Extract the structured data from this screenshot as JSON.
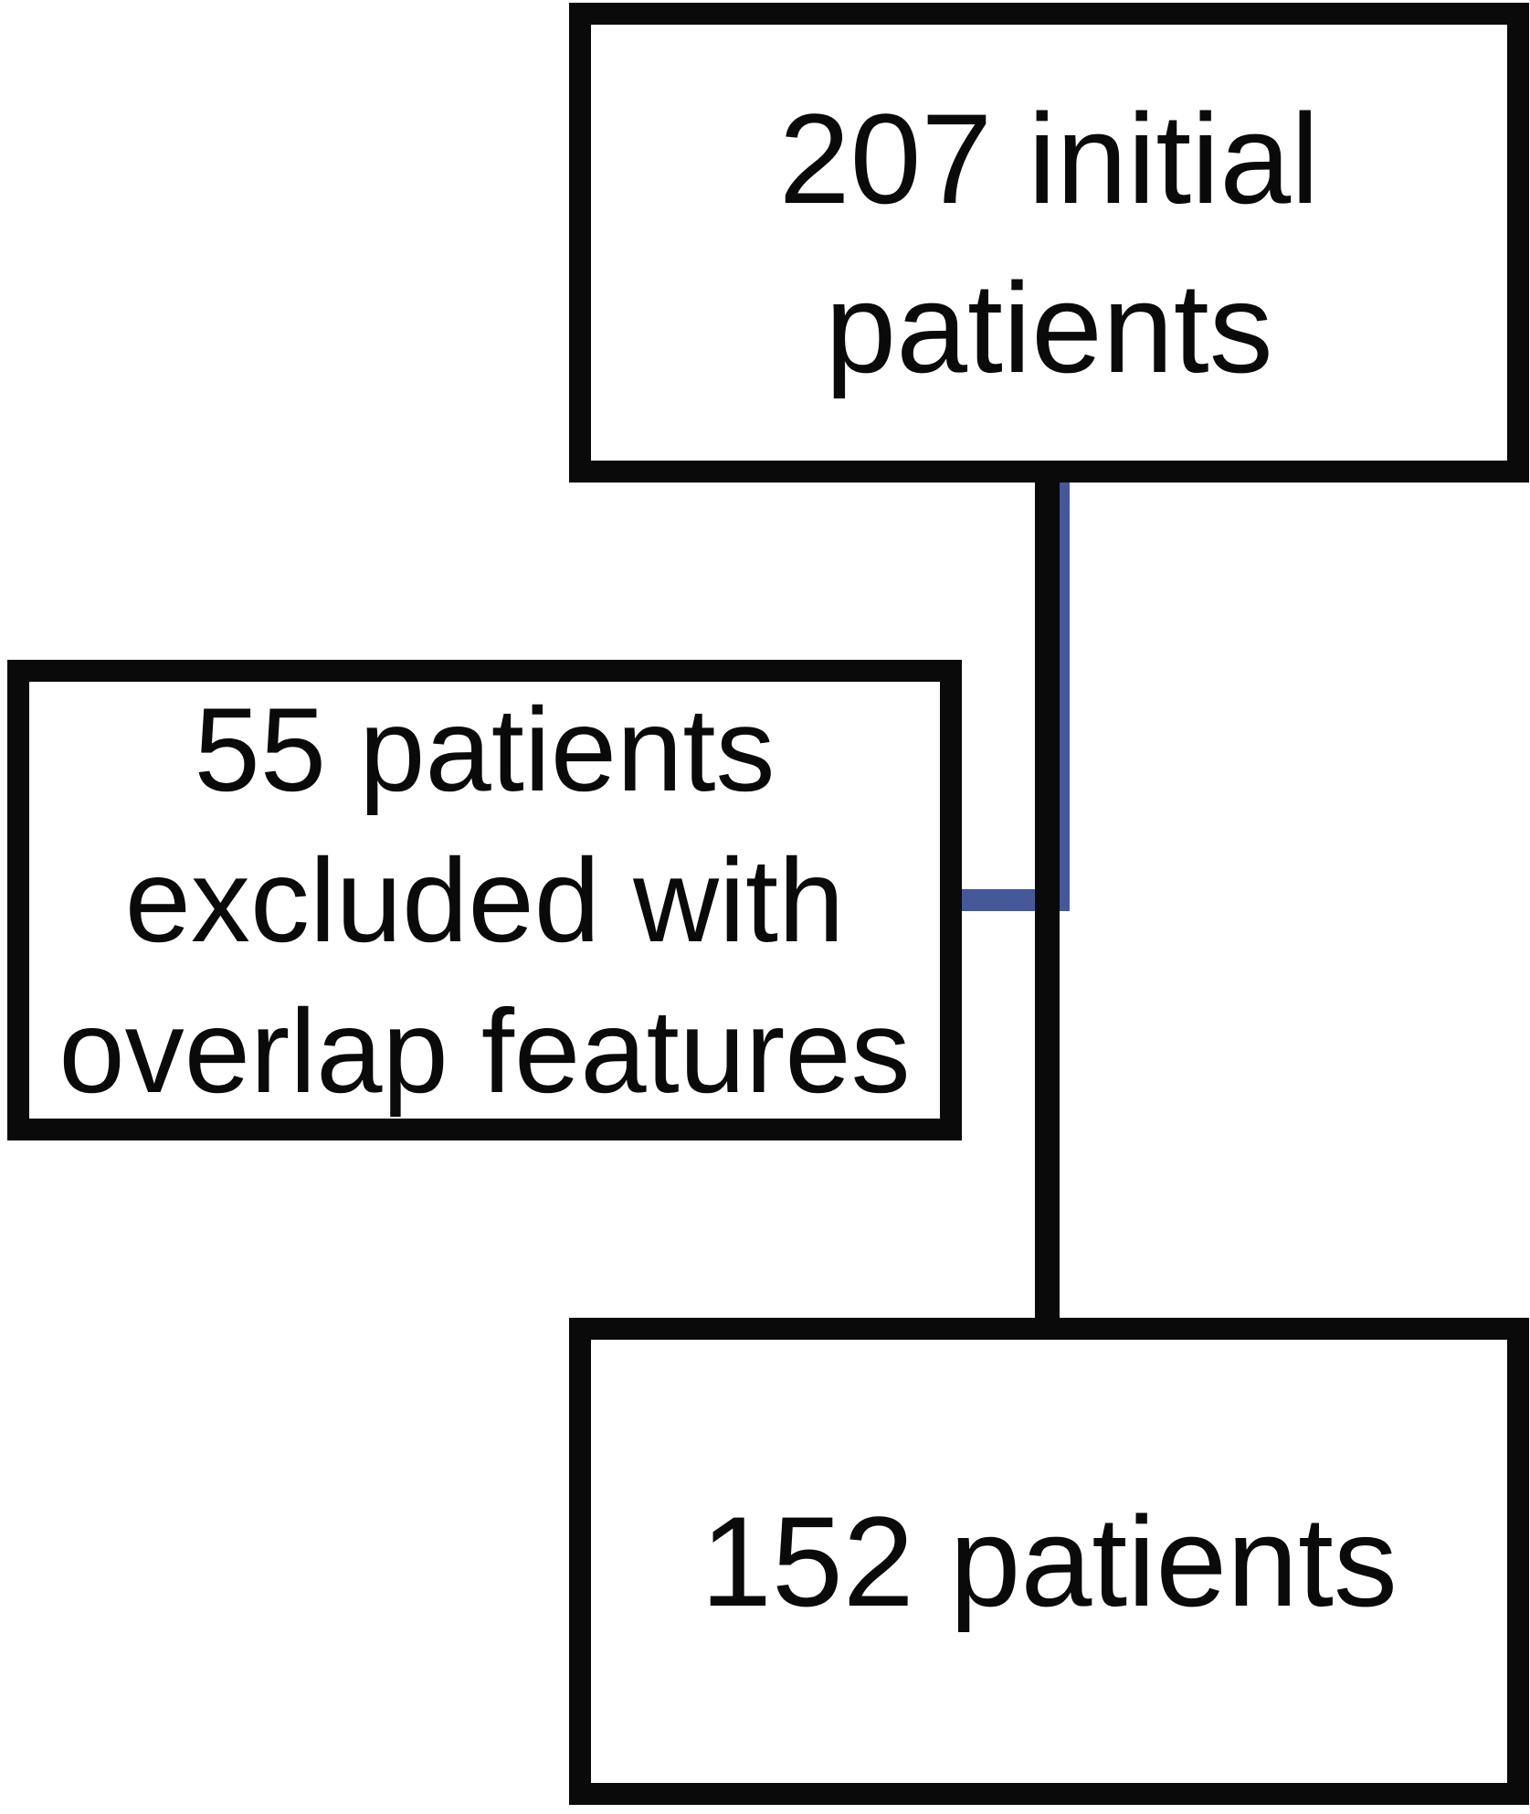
{
  "figure": {
    "type": "flowchart",
    "background": "#ffffff",
    "colors": {
      "box_border": "#0a0a0a",
      "text": "#0a0a0a",
      "connector_main": "#0a0a0a",
      "connector_accent": "#45589a"
    },
    "boxes": [
      {
        "id": "initial",
        "lines": [
          "207 initial",
          "patients"
        ]
      },
      {
        "id": "excluded",
        "lines": [
          "55 patients",
          "excluded with",
          "overlap features"
        ]
      },
      {
        "id": "final",
        "lines": [
          "152 patients"
        ]
      }
    ],
    "connectors": [
      {
        "from": "initial",
        "to": "final",
        "shape": "vertical-line"
      },
      {
        "from": "excluded",
        "to": "vertical-line",
        "shape": "horizontal-stub"
      }
    ]
  }
}
